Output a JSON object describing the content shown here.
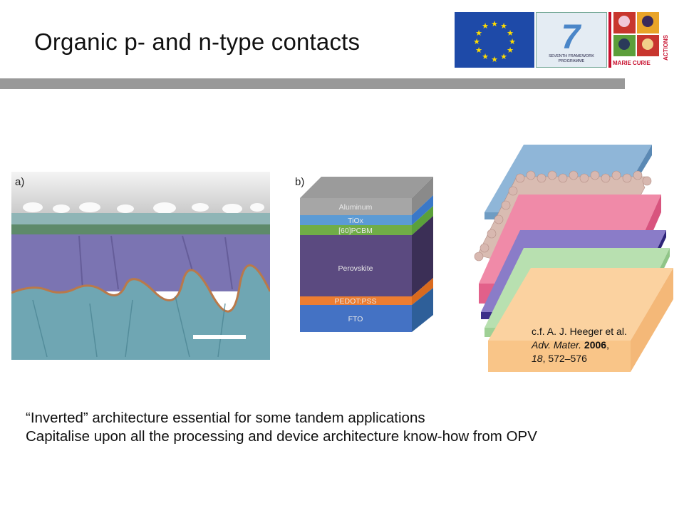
{
  "slide": {
    "title": "Organic p- and n-type contacts"
  },
  "logos": {
    "fp7_line1": "SEVENTH FRAMEWORK",
    "fp7_line2": "PROGRAMME",
    "fp7_mark": "7",
    "mc_text_bottom": "MARIE CURIE",
    "mc_text_side": "ACTIONS"
  },
  "figure_a": {
    "label": "a)"
  },
  "figure_b": {
    "label": "b)",
    "layers": [
      "Aluminum",
      "TiOx",
      "[60]PCBM",
      "Perovskite",
      "PEDOT:PSS",
      "FTO"
    ]
  },
  "reference": {
    "line1": "c.f. A. J. Heeger et al.",
    "journal": "Adv. Mater.",
    "year": "2006",
    "volume": "18",
    "pages": ", 572–576"
  },
  "bullets": [
    "“Inverted” architecture essential for some tandem applications",
    "Capitalise upon all the processing and device architecture know-how from OPV"
  ],
  "colors": {
    "header_bar": "#999999",
    "eu_blue": "#1e4aa8",
    "eu_star": "#ffdd00"
  }
}
